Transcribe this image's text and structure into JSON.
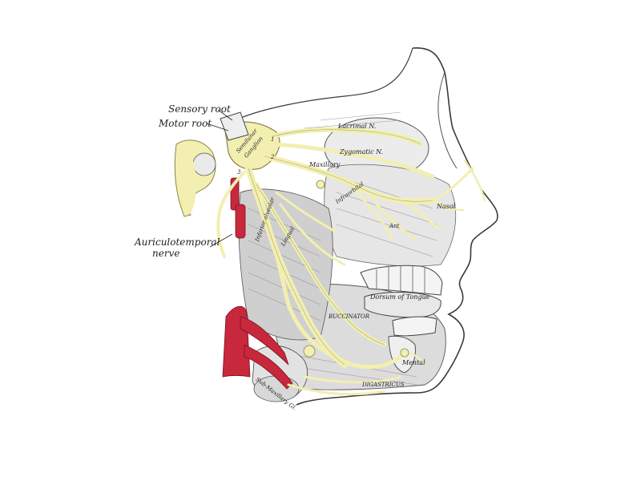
{
  "labels": {
    "sensory_root": "Sensory root",
    "motor_root": "Motor root",
    "auriculotemporal_1": "Auriculotemporal",
    "auriculotemporal_2": "nerve",
    "lacrimal": "Lacrimal N.",
    "zygomatic": "Zygomatic N.",
    "maxillary": "Maxillary",
    "semilunar_1": "Semilunar",
    "semilunar_2": "Ganglion",
    "nasal": "Nasal",
    "dorsum_of_tongue": "Dorsum of Tongue",
    "mental": "Mental",
    "digastricus": "DIGASTRICUS",
    "infraorbital": "Infraorbital",
    "ant": "Ant",
    "lingual": "Lingual",
    "inferior_alveolar": "Inferior alveolar",
    "submaxillary_gl": "Sub-Maxillary Gl.",
    "buccinator": "BUCCINATOR",
    "number_1": "1",
    "number_2": "2",
    "number_3": "3"
  },
  "colors": {
    "nerve": "#f2efb0",
    "nerve_outline": "#8a8650",
    "artery": "#c8283c",
    "line": "#3a3a3a",
    "shading": "#9a9a9a"
  }
}
